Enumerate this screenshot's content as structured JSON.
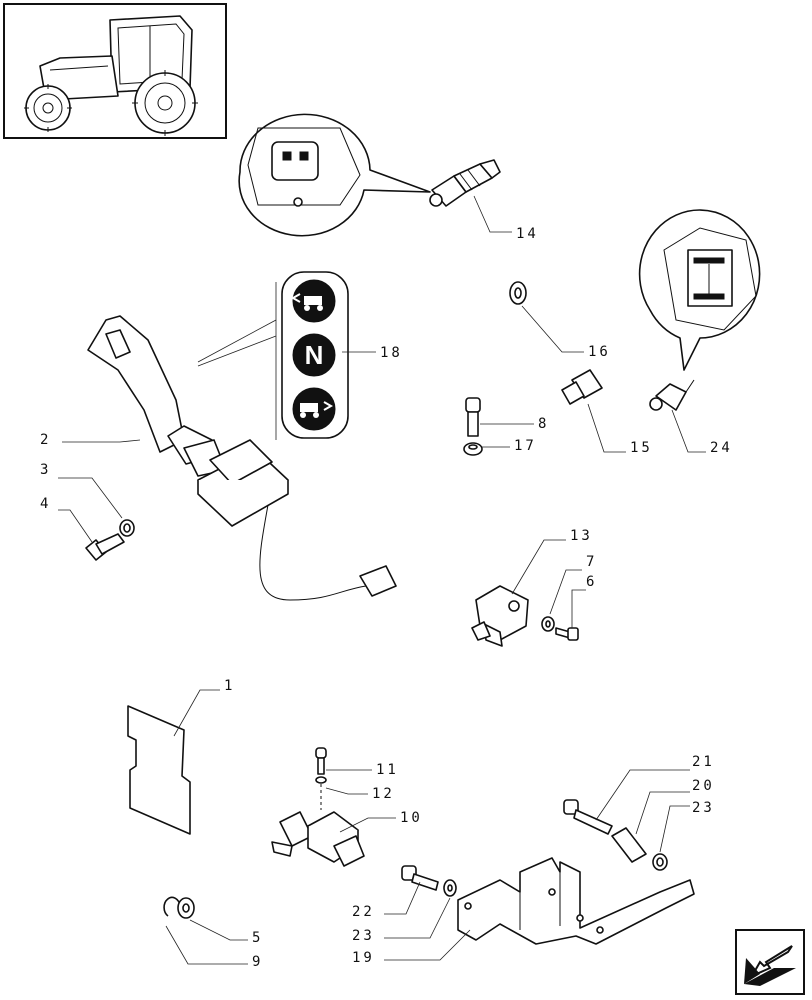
{
  "diagram": {
    "callouts": [
      "1",
      "2",
      "3",
      "4",
      "5",
      "6",
      "7",
      "8",
      "9",
      "10",
      "11",
      "12",
      "13",
      "14",
      "15",
      "16",
      "17",
      "18",
      "19",
      "20",
      "21",
      "22",
      "23",
      "24"
    ],
    "neutral_symbol": "N",
    "symbols": [
      "tractor-forward-arrow-icon",
      "neutral-icon",
      "tractor-reverse-arrow-icon"
    ]
  },
  "navigation": {
    "next_page_icon": "arrow-bottom-left-icon"
  }
}
